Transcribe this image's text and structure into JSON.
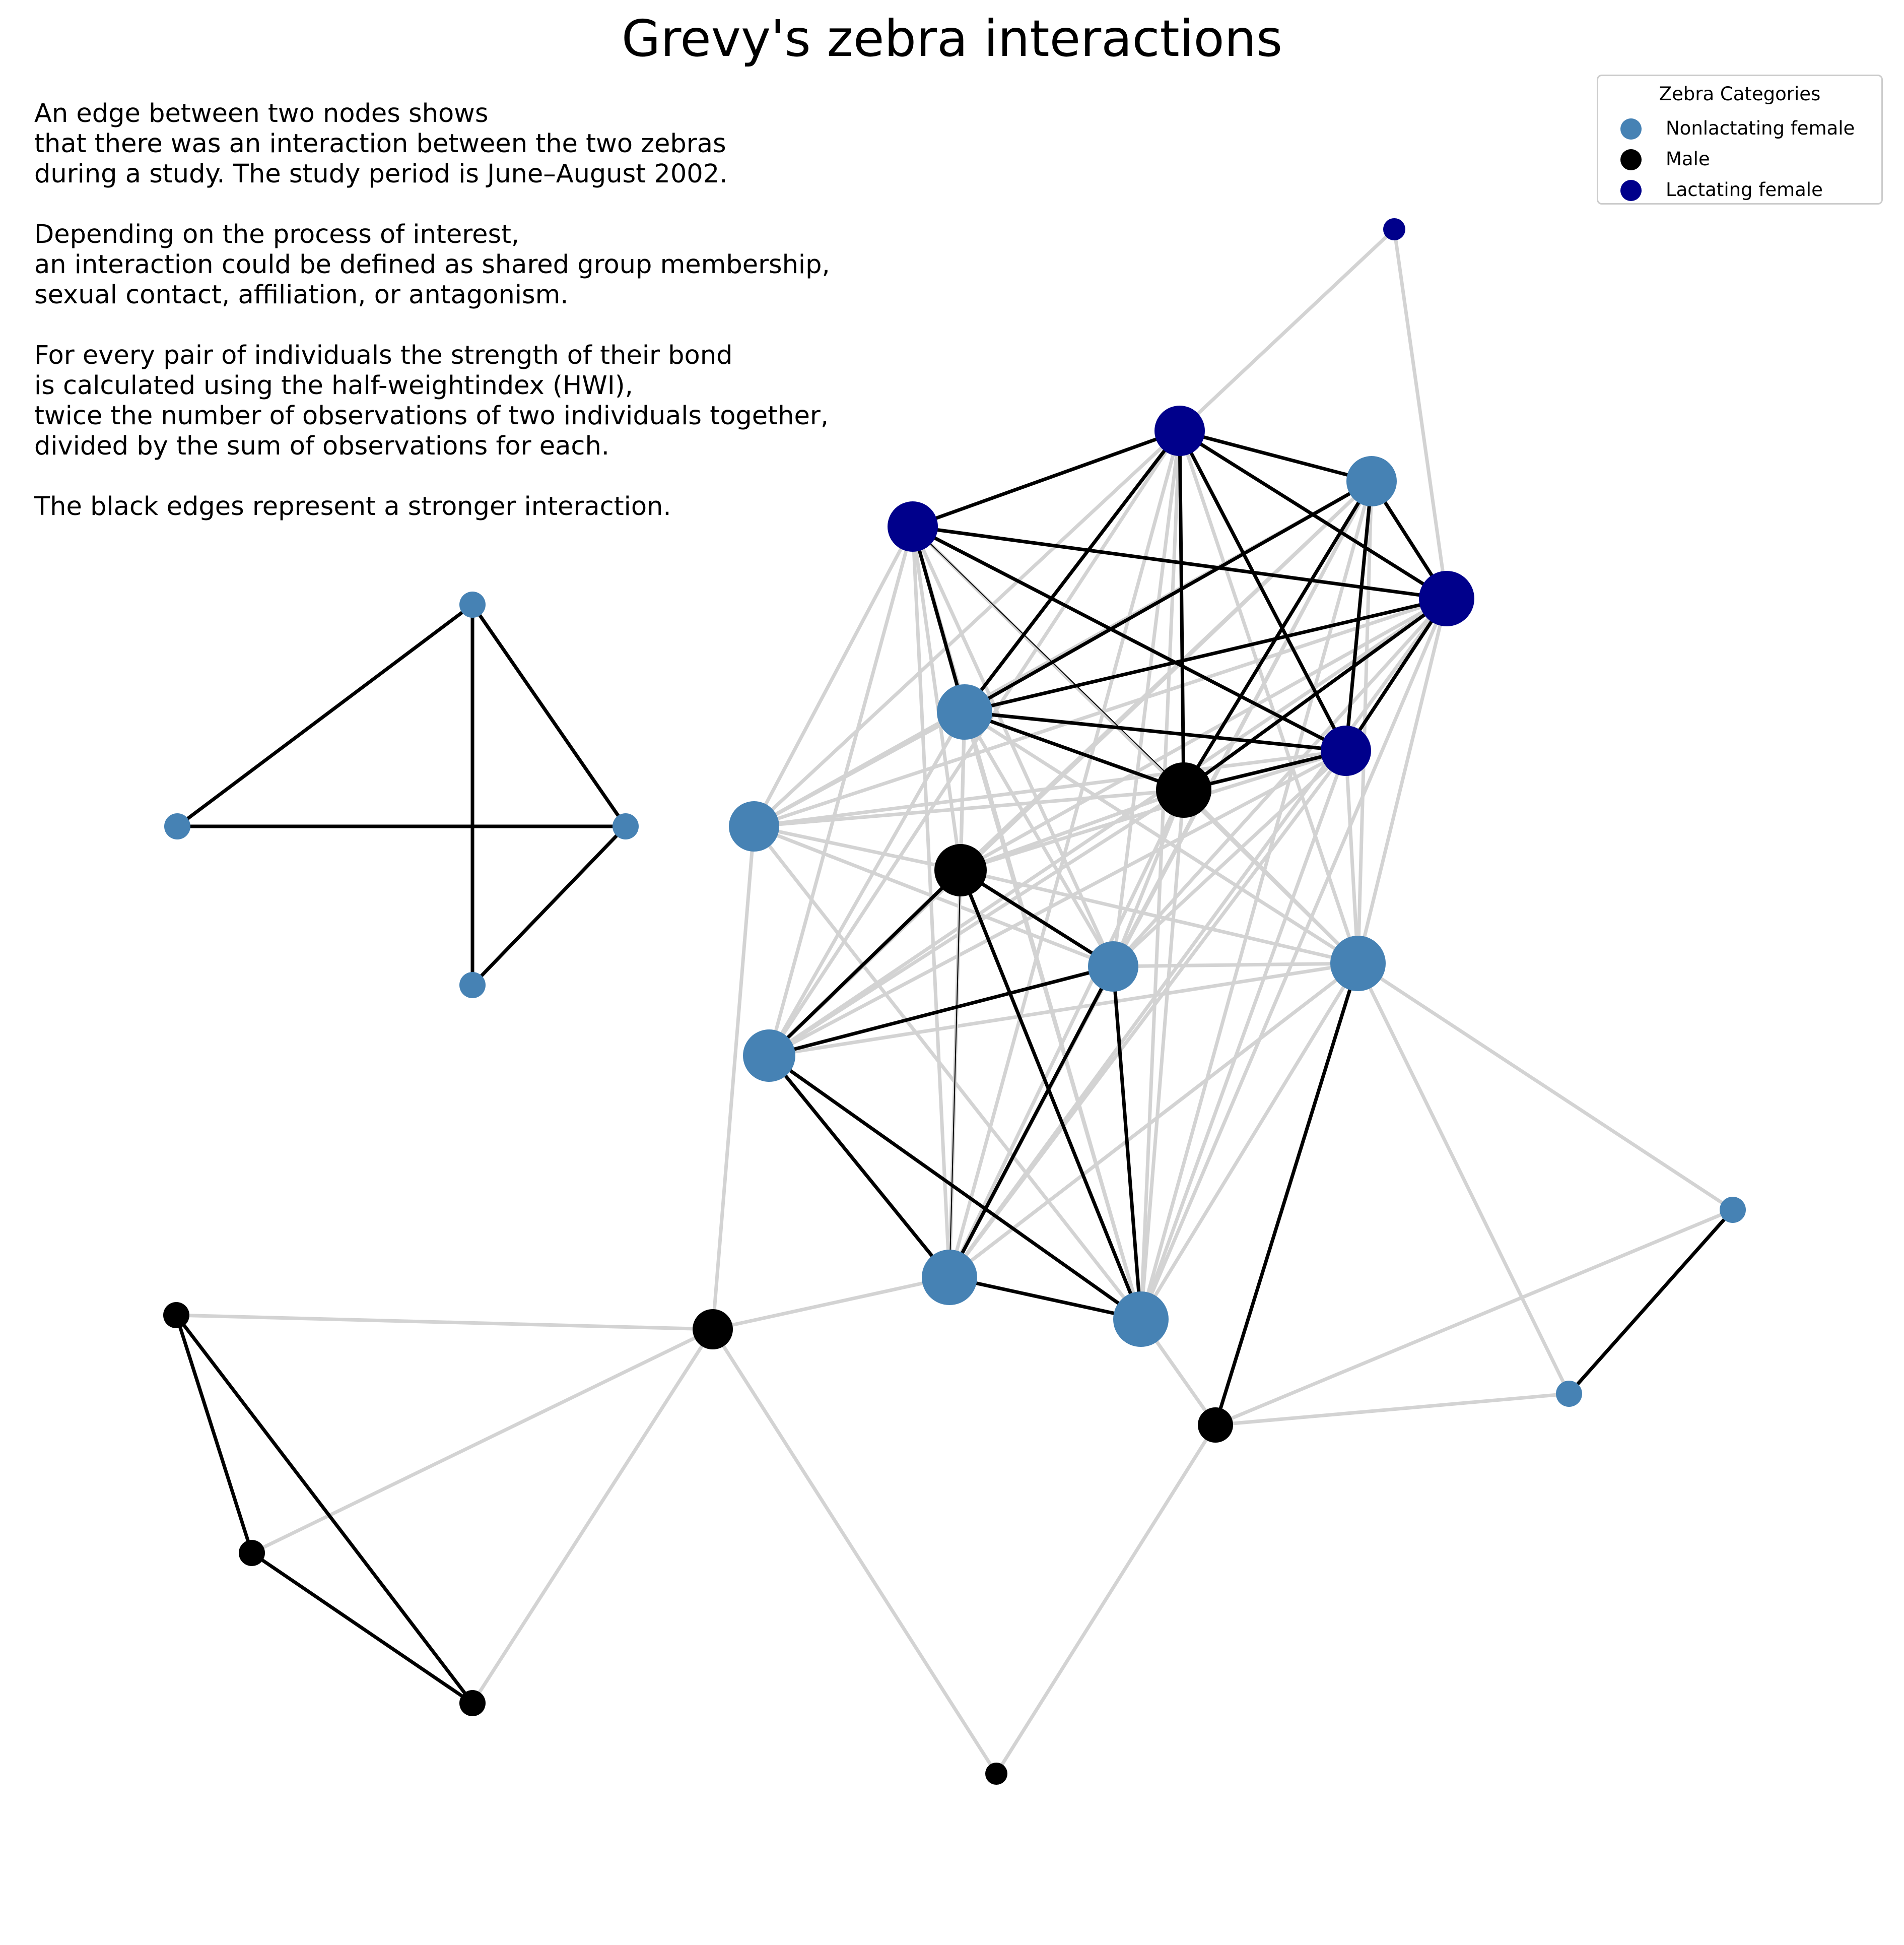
{
  "title": "Grevy's zebra interactions",
  "description": [
    [
      "An edge between two nodes shows",
      "that there was an interaction between the two zebras",
      "during a study. The study period is June–August 2002."
    ],
    [
      "Depending on the process of interest,",
      "an interaction could be defined as shared group membership,",
      "sexual contact, affiliation, or antagonism."
    ],
    [
      "For every pair of individuals the strength of their bond",
      "is calculated using the half-weightindex (HWI),",
      "twice the number of observations of two individuals together,",
      "divided by the sum of observations for each."
    ],
    [
      "The black edges represent a stronger interaction."
    ]
  ],
  "legend": {
    "title": "Zebra Categories",
    "entries": [
      {
        "label": "Nonlactating female",
        "color": "#4682b4"
      },
      {
        "label": "Male",
        "color": "#000000"
      },
      {
        "label": "Lactating female",
        "color": "#00008b"
      }
    ]
  },
  "edge_colors": {
    "strong": "#000000",
    "weak": "#d3d3d3"
  }
}
